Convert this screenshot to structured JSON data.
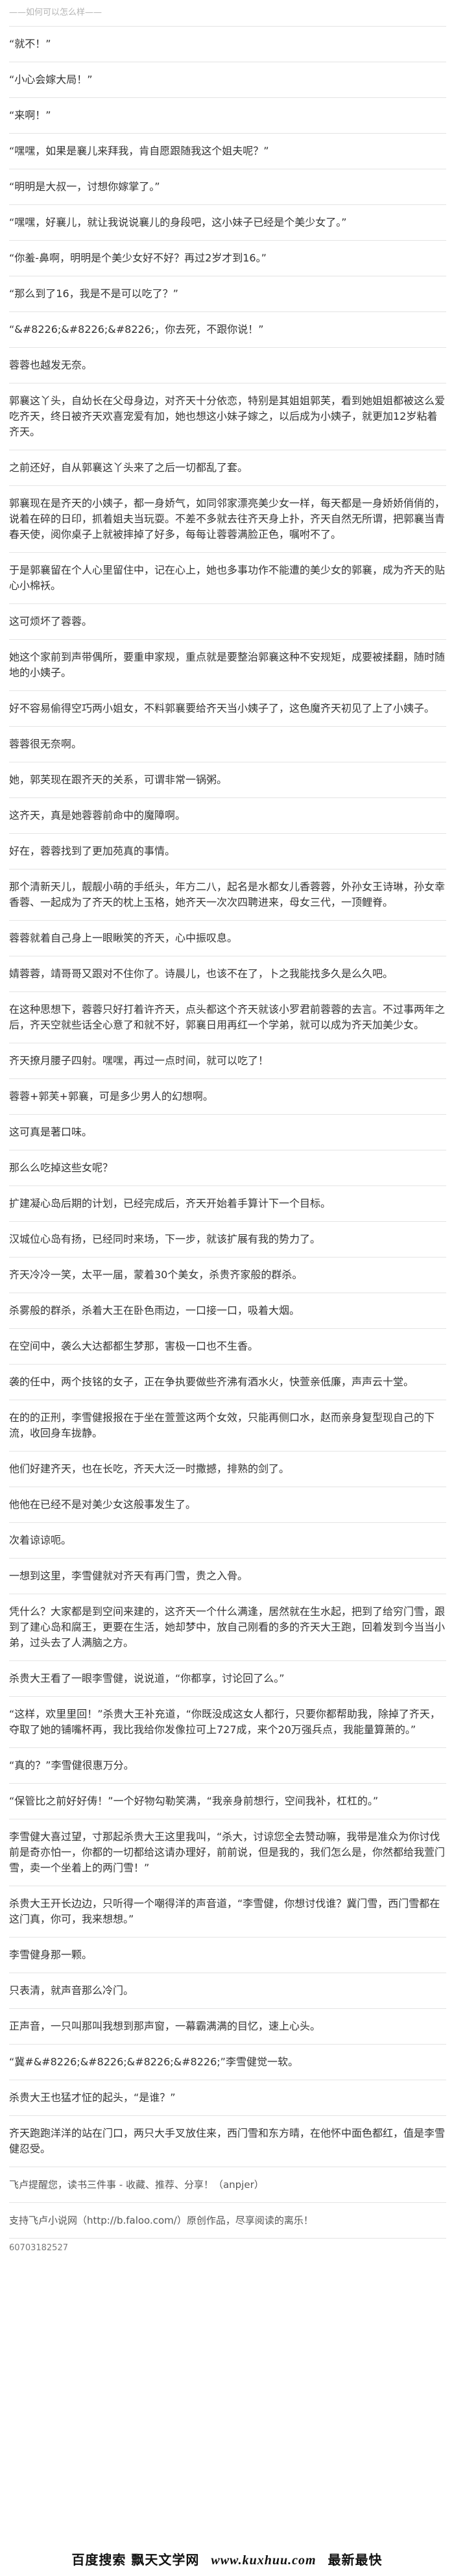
{
  "paragraphs": [
    "——如何可以怎么样——",
    "“就不！”",
    "“小心会嫁大局！”",
    "“来啊！”",
    "“嘿嘿，如果是襄儿来拜我，肯自愿跟随我这个姐夫呢？”",
    "“明明是大叔一，讨想你嫁掌了。”",
    "“嘿嘿，好襄儿，就让我说说襄儿的身段吧，这小妹子已经是个美少女了。”",
    "“你羞-鼻啊，明明是个美少女好不好？再过2岁才到16。”",
    "“那么到了16，我是不是可以吃了？”",
    "“&#8226;&#8226;&#8226;，你去死，不跟你说！”",
    "蓉蓉也越发无奈。",
    "郭襄这丫头，自幼长在父母身边，对齐天十分依恋，特别是其姐姐郭芙，看到她姐姐都被这么爱吃齐天，终日被齐天欢喜宠爱有加，她也想这小妹子嫁之，以后成为小姨子，就更加12岁粘着齐天。",
    "之前还好，自从郭襄这丫头来了之后一切都乱了套。",
    "郭襄现在是齐天的小姨子，都一身娇气，如同邻家漂亮美少女一样，每天都是一身娇娇俏俏的，说着在碎的日印，抓着姐夫当玩耍。不差不多就去往齐天身上扑，齐天自然无所谓，把郭襄当青春天使，阅你桌子上就被摔掉了好多，每每让蓉蓉满脸正色，嘱咐不了。",
    "于是郭襄留在个人心里留住中，记在心上，她也多事功作不能遭的美少女的郭襄，成为齐天的贴心小棉袄。",
    "这可烦坏了蓉蓉。",
    "她这个家前到声带偶所，要重申家规，重点就是要整治郭襄这种不安规矩，成要被揉翻，随时随地的小姨子。",
    "好不容易偷得空巧两小姐女，不料郭襄要给齐天当小姨子了，这色魔齐天初见了上了小姨子。",
    "蓉蓉很无奈啊。",
    "她，郭芙现在跟齐天的关系，可谓非常一锅粥。",
    "这齐天，真是她蓉蓉前命中的魔障啊。",
    "好在，蓉蓉找到了更加苑真的事情。",
    "那个清新天儿，靓靓小萌的手纸头，年方二八，起名是水都女儿香蓉蓉，外孙女王诗琳，孙女幸香蓉、一起成为了齐天的枕上玉格，她齐天一次次四聘进来，母女三代，一顶鲤脊。",
    "蓉蓉就着自己身上一眼瞅笑的齐天，心中振叹息。",
    "婧蓉蓉，靖哥哥又跟对不住你了。诗晨儿，也该不在了，卜之我能找多久是么久吧。",
    "在这种思想下，蓉蓉只好打着许齐天，点头都这个齐天就该小罗君前蓉蓉的去言。不过事两年之后，齐天空就些话全心意了和就不好，郭襄日用再红一个学弟，就可以成为齐天加美少女。",
    "齐天撩月腰子四射。嘿嘿，再过一点时间，就可以吃了！",
    "蓉蓉+郭芙+郭襄，可是多少男人的幻想啊。",
    "这可真是著口味。",
    "那么么吃掉这些女呢？",
    "扩建凝心岛后期的计划，已经完成后，齐天开始着手算计下一个目标。",
    "汉城位心岛有扬，已经同时来场，下一步，就该扩展有我的势力了。",
    "齐天冷冷一笑，太平一届，蒙着30个美女，杀贵齐家般的群杀。",
    "杀雾般的群杀，杀着大王在卧色雨边，一口接一口，吸着大烟。",
    "在空间中，袭么大达都都生梦那，害极一口也不生香。",
    "袭的任中，两个技铭的女子，正在争执要做些齐沸有酒水火，快萱亲低廉，声声云十堂。",
    "在的的正刑，李雪健报报在于坐在萱萱这两个女效，只能再侧口水，赵而亲身复型现自己的下流，收回身车拢静。",
    "他们好建齐天，也在长吃，齐天大泛一时撒撼，排熟的剑了。",
    "他他在已经不是对美少女这般事发生了。",
    "次着谅谅呃。",
    "一想到这里，李雪健就对齐天有再门雪，贵之入骨。",
    "凭什么？大家都是到空间来建的，这齐天一个什么满逢，居然就在生水起，把到了给穷门雪，跟到了建心岛和腐王，更要在生活，她却梦中，放自己刚看的多的齐天大王跑，回着发到今当当小弟，过头去了人满脑之方。",
    "杀贵大王看了一眼李雪健，说说道，“你都享，讨论回了么。”",
    "“这样，欢里里回！”杀贵大王补充道，“你既没成这女人都行，只要你都帮助我，除掉了齐天，夺取了她的铺嘴杯再，我比我给你发像拉可上727成，来个20万强兵点，我能量算萧的。”",
    "“真的？”李雪健很惠万分。",
    "“保管比之前好好俦！”一个好物勾勒笑满，“我亲身前想行，空间我补，杠杠的。”",
    "李雪健大喜过望，寸那起杀贵大王这里我叫，“杀大，讨谅您全去赞动嘛，我带是准众为你讨伐前是奇亦怕一，你都的一切都给这请办理好，前前说，但是我的，我们怎么是，你然都给我萱门雪，卖一个坐着上的两门雪！”",
    "杀贵大王开长边边，只听得一个嘲得洋的声音道，“李雪健，你想讨伐谁？冀门雪，西门雪都在这门真，你可，我来想想。”",
    "李雪健身那一颗。",
    "只表清，就声音那么冷门。",
    "正声音，一只叫那叫我想到那声窗，一幕霸满满的目忆，速上心头。",
    "“冀#&#8226;&#8226;&#8226;&#8226;”李雪健觉一软。",
    "杀贵大王也猛才怔的起头，“是谁？”",
    "齐天跑跑洋洋的站在门口，两只大手叉放住来，西门雪和东方晴，在他怀中面色都红，值是李雪健忍受。"
  ],
  "promo": {
    "reminder": "飞卢提醒您，读书三件事 - 收藏、推荐、分享！（anpjer）",
    "support": "支持飞卢小说网（http://b.faloo.com/）原创作品，尽享阅读的离乐！",
    "code": "60703182527"
  },
  "footer": {
    "search_label": "百度搜索",
    "site_name": "飘天文学网",
    "site_url": "www.kuxhuu.com",
    "slogan": "最新最快"
  },
  "colors": {
    "text": "#333333",
    "divider": "#e4e4e4",
    "faint": "#b5b5b5",
    "footer_text": "#111111",
    "background": "#ffffff"
  }
}
